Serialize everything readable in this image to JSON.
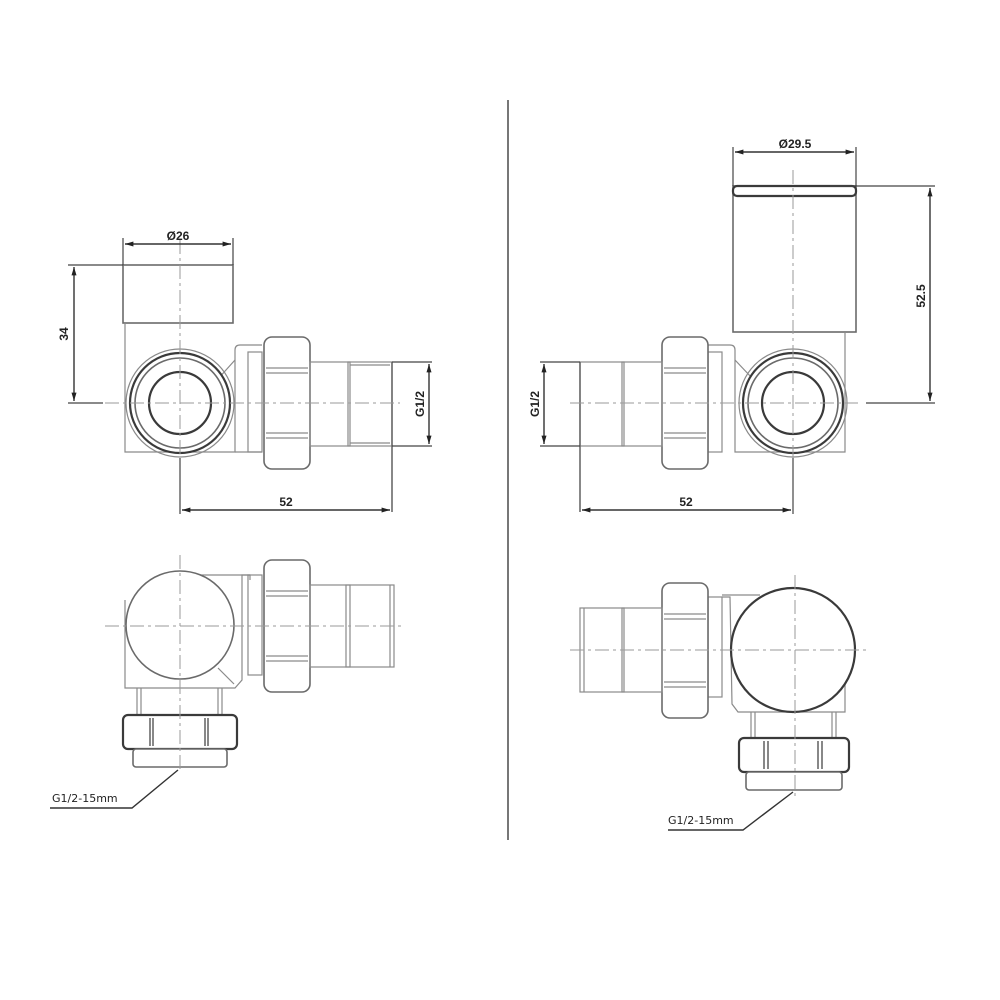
{
  "drawing": {
    "title": "Angled radiator valve technical drawing",
    "left_view": {
      "diameter_label": "Ø26",
      "height_label": "34",
      "thread_label": "G1/2",
      "length_label": "52",
      "connector_label": "G1/2-15mm"
    },
    "right_view": {
      "diameter_label": "Ø29.5",
      "height_label": "52.5",
      "thread_label": "G1/2",
      "length_label": "52",
      "connector_label": "G1/2-15mm"
    }
  }
}
